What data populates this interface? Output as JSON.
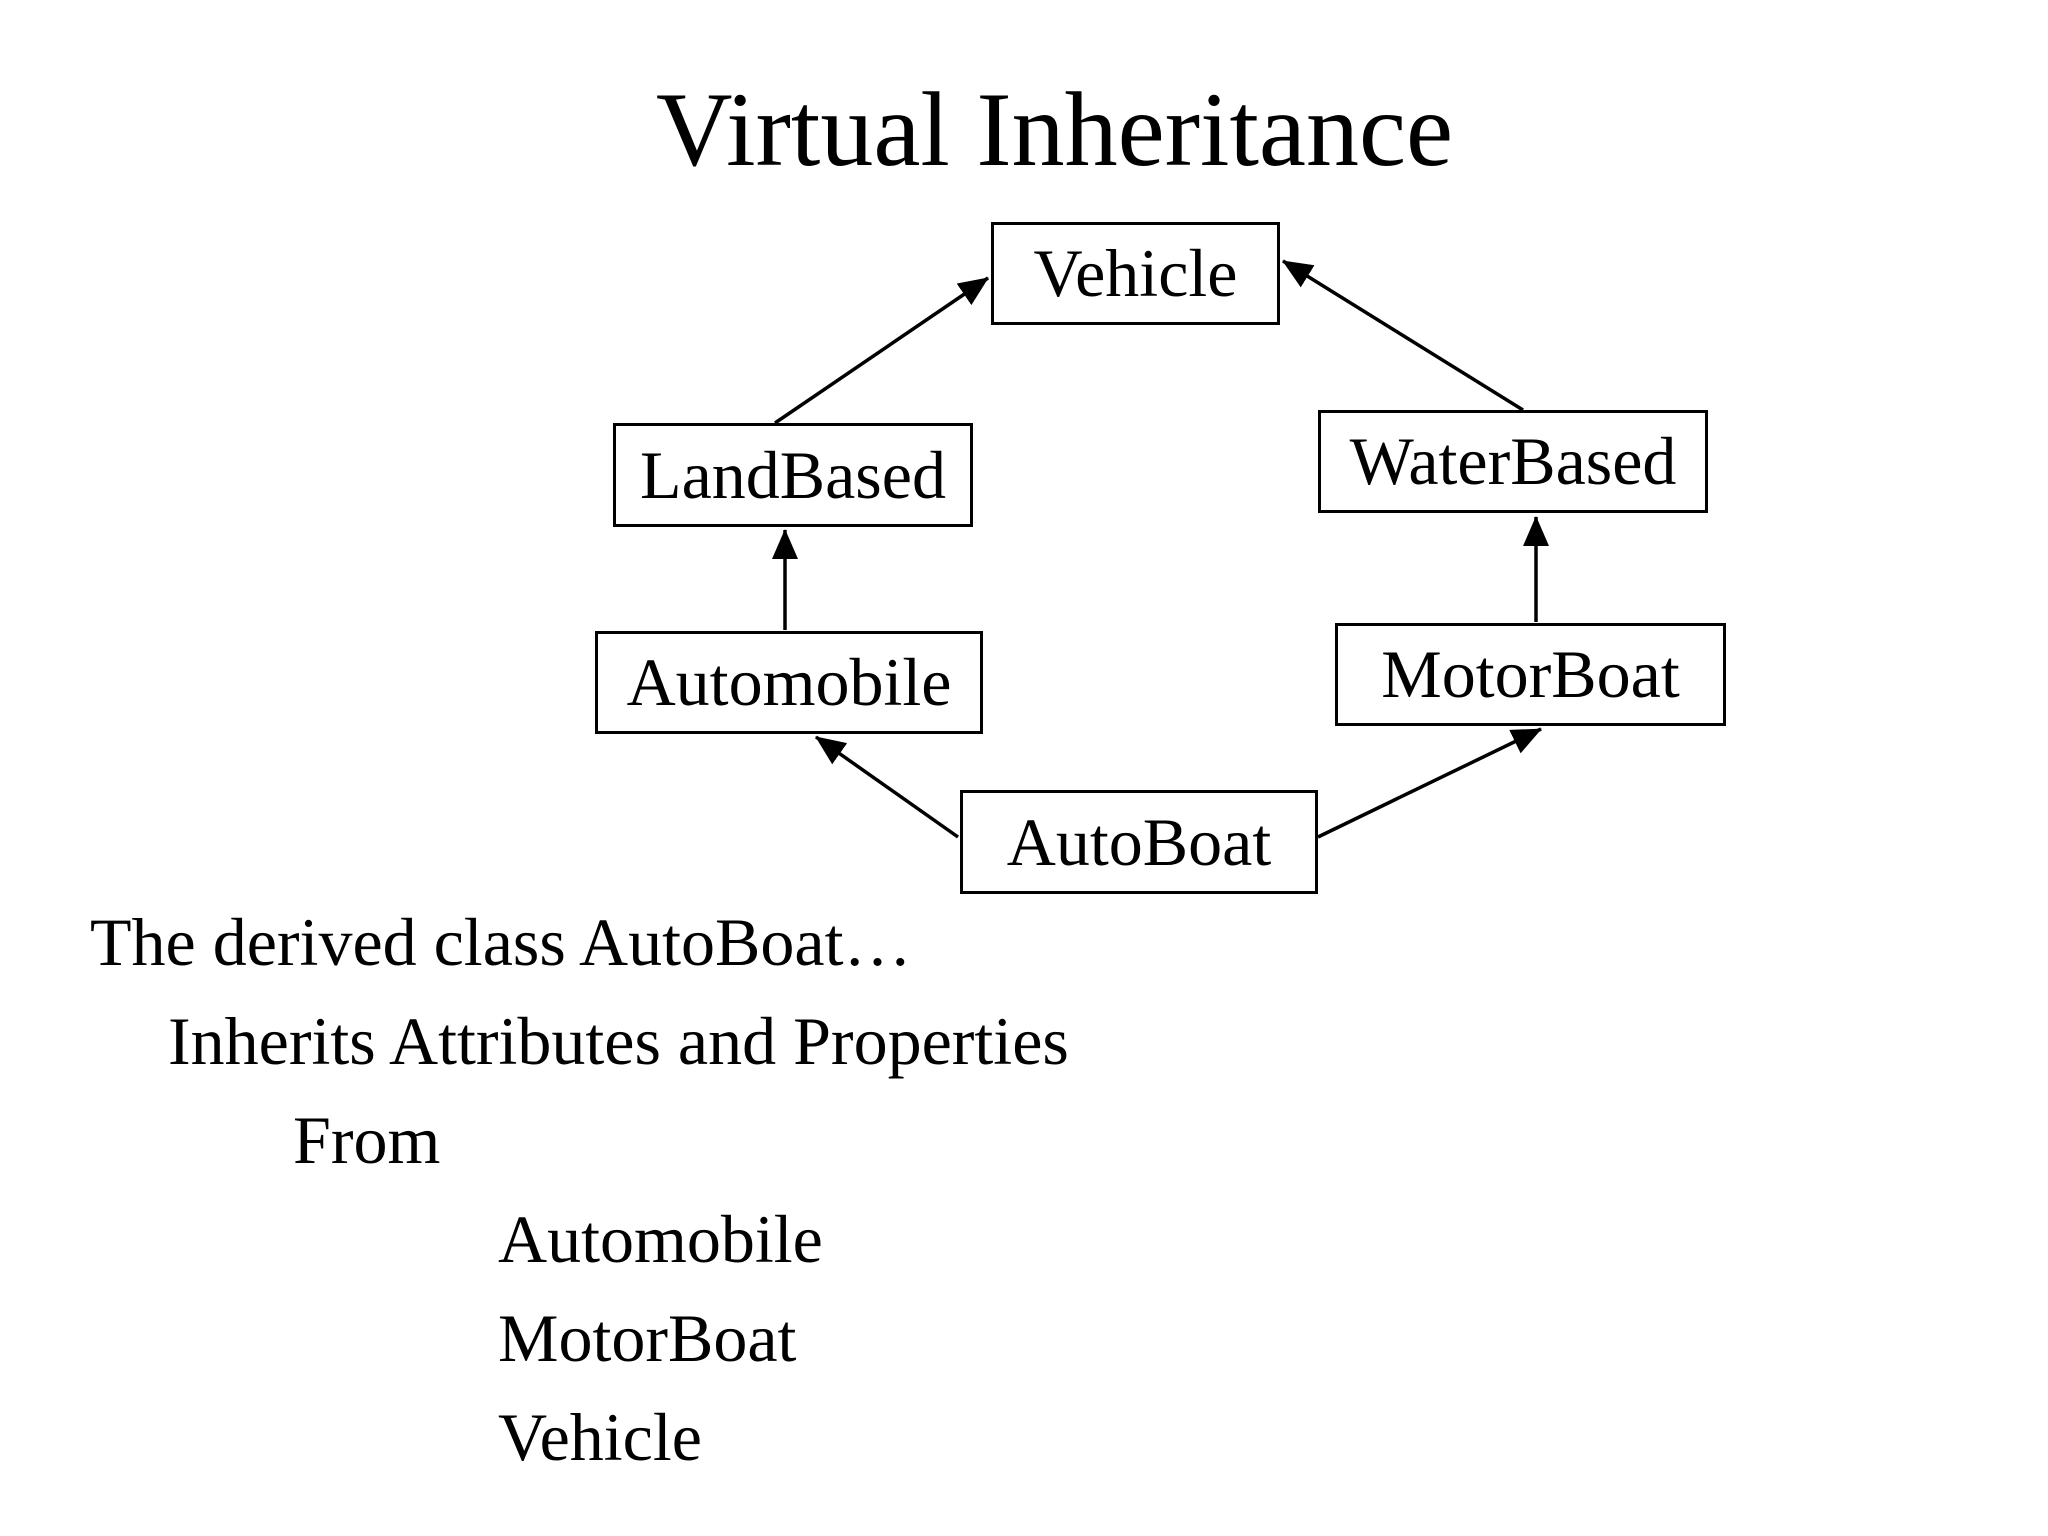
{
  "title": "Virtual Inheritance",
  "diagram": {
    "nodes": [
      {
        "id": "vehicle",
        "label": "Vehicle"
      },
      {
        "id": "landbased",
        "label": "LandBased"
      },
      {
        "id": "waterbased",
        "label": "WaterBased"
      },
      {
        "id": "automobile",
        "label": "Automobile"
      },
      {
        "id": "motorboat",
        "label": "MotorBoat"
      },
      {
        "id": "autoboat",
        "label": "AutoBoat"
      }
    ],
    "edges": [
      {
        "from": "LandBased",
        "to": "Vehicle"
      },
      {
        "from": "WaterBased",
        "to": "Vehicle"
      },
      {
        "from": "Automobile",
        "to": "LandBased"
      },
      {
        "from": "MotorBoat",
        "to": "WaterBased"
      },
      {
        "from": "AutoBoat",
        "to": "Automobile"
      },
      {
        "from": "AutoBoat",
        "to": "MotorBoat"
      }
    ]
  },
  "body": {
    "lines": [
      "The derived class AutoBoat…",
      "Inherits Attributes and Properties",
      "From",
      "Automobile",
      "MotorBoat",
      "Vehicle"
    ]
  },
  "colors": {
    "background": "#ffffff",
    "foreground": "#000000"
  }
}
